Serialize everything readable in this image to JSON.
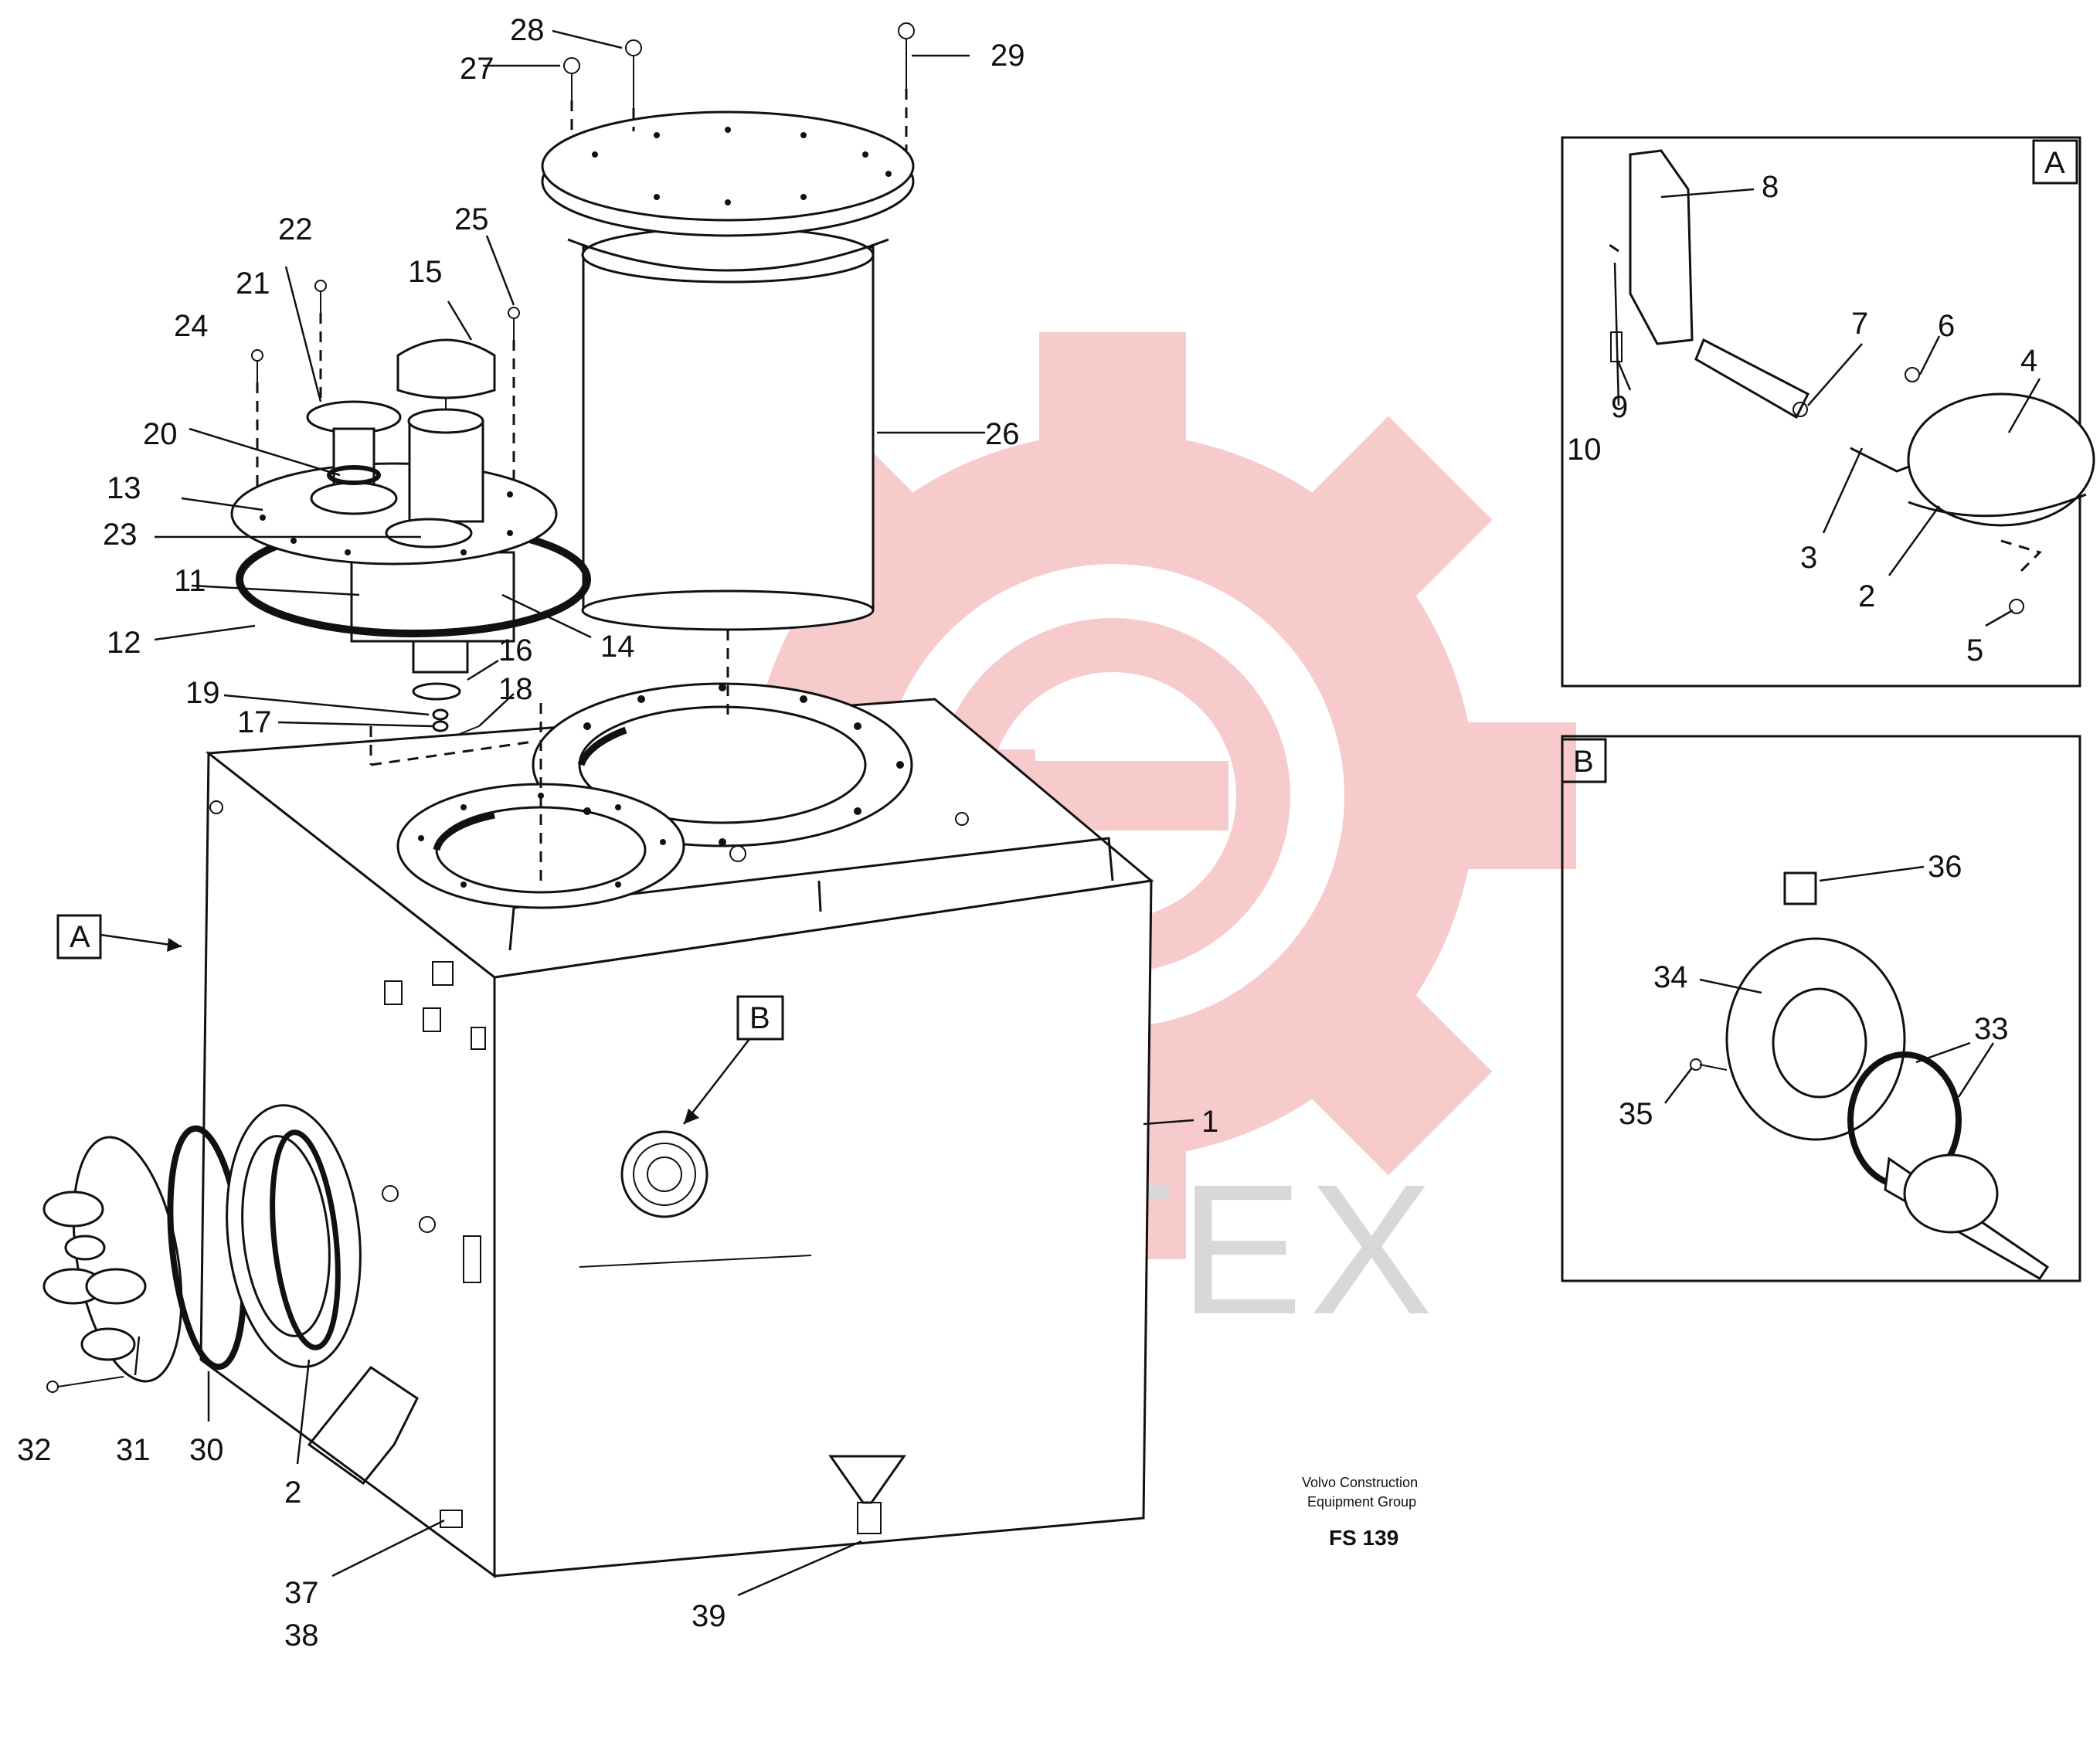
{
  "callouts": [
    "1",
    "2",
    "3",
    "4",
    "5",
    "6",
    "7",
    "8",
    "9",
    "10",
    "11",
    "12",
    "13",
    "14",
    "15",
    "16",
    "17",
    "18",
    "19",
    "20",
    "21",
    "22",
    "23",
    "24",
    "25",
    "26",
    "27",
    "28",
    "29",
    "30",
    "31",
    "32",
    "33",
    "34",
    "35",
    "36",
    "37",
    "38",
    "39"
  ],
  "markers": {
    "a": "A",
    "b": "B"
  },
  "insets": {
    "a_title": "A",
    "b_title": "B"
  },
  "credit": {
    "line1": "Volvo Construction",
    "line2": "Equipment Group",
    "code": "FS 139"
  },
  "watermark": {
    "text": "ИНТЕХ",
    "gear_color": "#f6c2c2",
    "text_color": "#d8d8d8"
  },
  "colors": {
    "ink": "#111111",
    "paper": "#ffffff"
  }
}
